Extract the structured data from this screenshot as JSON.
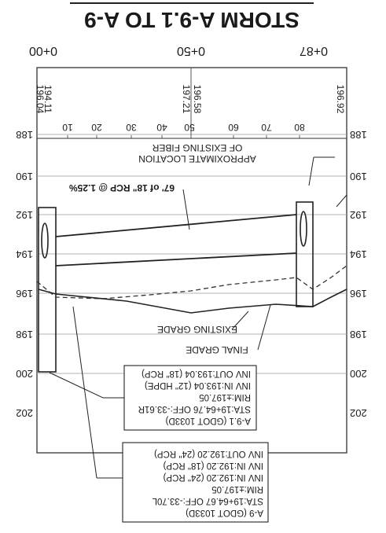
{
  "title": "STORM A-9.1 TO A-9",
  "stations_top": [
    "0+00",
    "0+50",
    "0+87"
  ],
  "elevation_labels": [
    "188",
    "190",
    "192",
    "194",
    "196",
    "198",
    "200",
    "202"
  ],
  "elevation_labels_left": [
    "188",
    "190",
    "192",
    "194",
    "196",
    "198",
    "200",
    "202"
  ],
  "distance_labels": [
    "10",
    "20",
    "30",
    "40",
    "50",
    "60",
    "70",
    "80"
  ],
  "grade_elevations": [
    "194.11",
    "196.04",
    "196.58",
    "197.21",
    "196.92"
  ],
  "pipe_label": "67' of 18\" RCP @ 1.25%",
  "fiber_note": [
    "APPROXIMATE LOCATION",
    "OF EXISTING FIBER"
  ],
  "existing_grade_label": "EXISTING GRADE",
  "final_grade_label": "FINAL GRADE",
  "structure_a91": [
    "A-9.1 (GDOT 1033D)",
    "STA:19+64.76  OFF:-33.61R",
    "RIM:±197.05",
    "INV IN:193.04 (12\" HDPE)",
    "INV OUT:193.04 (18\" RCP)"
  ],
  "structure_a9": [
    "A-9 (GDOT 1033D)",
    "STA:19+64.67  OFF:-33.70L",
    "RIM:±197.05",
    "INV IN:192.20 (24\" RCP)",
    "INV IN:192.20 (18\" RCP)",
    "INV OUT:192.20 (24\" RCP)"
  ]
}
